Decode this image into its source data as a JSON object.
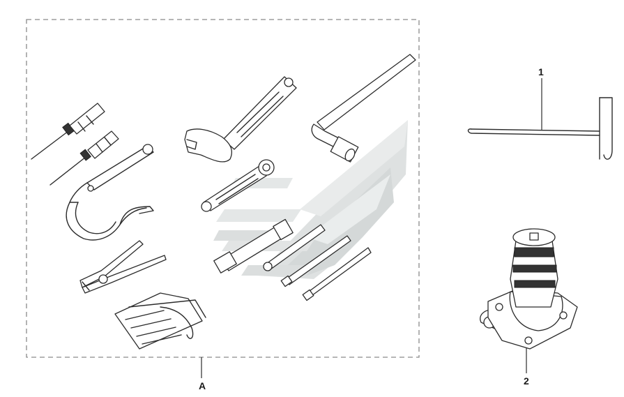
{
  "callouts": {
    "item_1": "1",
    "item_2": "2",
    "kit_a": "A"
  },
  "colors": {
    "line": "#2b2b2b",
    "dashed_border": "#8a8a8a",
    "watermark_light": "#dfe3e3",
    "watermark_dark": "#c9cdcd"
  },
  "icons": [
    "screwdriver-icon",
    "adjustable-wrench-icon",
    "box-wrench-icon",
    "socket-wrench-icon",
    "pliers-icon",
    "tool-pouch-icon",
    "hook-spanner-icon",
    "t-handle-rod-icon",
    "jack-icon",
    "watermark-logo"
  ]
}
